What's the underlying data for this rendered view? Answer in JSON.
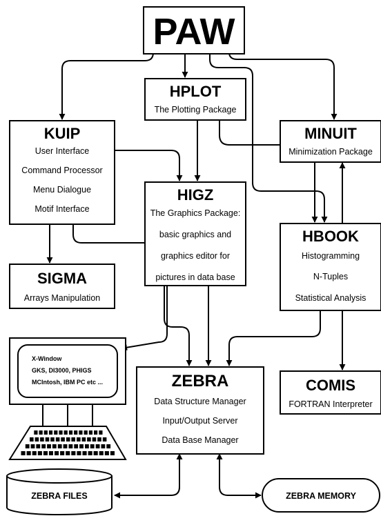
{
  "nodes": {
    "paw": {
      "title": "PAW"
    },
    "hplot": {
      "title": "HPLOT",
      "lines": [
        "The Plotting Package"
      ]
    },
    "kuip": {
      "title": "KUIP",
      "lines": [
        "User Interface",
        "Command Processor",
        "Menu Dialogue",
        "Motif Interface"
      ]
    },
    "minuit": {
      "title": "MINUIT",
      "lines": [
        "Minimization Package"
      ]
    },
    "higz": {
      "title": "HIGZ",
      "lines": [
        "The Graphics Package:",
        "basic graphics and",
        "graphics editor for",
        "pictures in data base"
      ]
    },
    "hbook": {
      "title": "HBOOK",
      "lines": [
        "Histogramming",
        "N-Tuples",
        "Statistical Analysis"
      ]
    },
    "sigma": {
      "title": "SIGMA",
      "lines": [
        "Arrays Manipulation"
      ]
    },
    "zebra": {
      "title": "ZEBRA",
      "lines": [
        "Data Structure Manager",
        "Input/Output Server",
        "Data Base Manager"
      ]
    },
    "comis": {
      "title": "COMIS",
      "lines": [
        "FORTRAN Interpreter"
      ]
    },
    "zebra_files": {
      "label": "ZEBRA FILES"
    },
    "zebra_memory": {
      "label": "ZEBRA MEMORY"
    },
    "terminal": {
      "lines": [
        "X-Window",
        "GKS, DI3000, PHIGS",
        "MCIntosh, IBM PC etc ..."
      ]
    }
  }
}
